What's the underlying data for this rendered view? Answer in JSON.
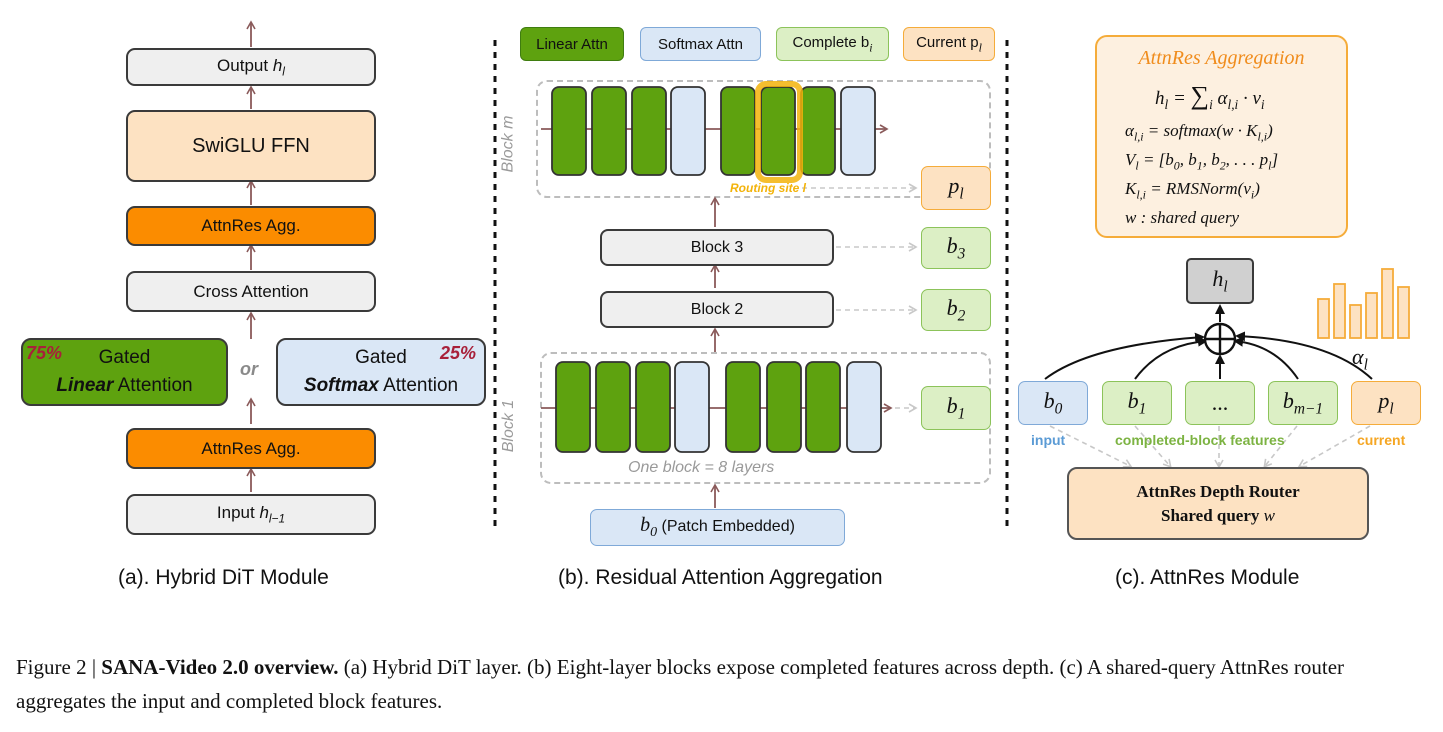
{
  "panel_a": {
    "output": "Output h_l",
    "output_sub": "l",
    "ffn": "SwiGLU FFN",
    "agg_top": "AttnRes Agg.",
    "cross": "Cross Attention",
    "linear_pct": "75%",
    "linear_line1": "Gated",
    "linear_line2_em": "Linear",
    "linear_line2_rest": " Attention",
    "or": "or",
    "softmax_pct": "25%",
    "softmax_line1": "Gated",
    "softmax_line2_em": "Softmax",
    "softmax_line2_rest": " Attention",
    "agg_bottom": "AttnRes Agg.",
    "input": "Input h_{l−1}",
    "input_sub": "l−1",
    "caption": "(a). Hybrid DiT Module"
  },
  "panel_b": {
    "legend": {
      "linear": "Linear Attn",
      "softmax": "Softmax Attn",
      "complete": "Complete b",
      "complete_sub": "i",
      "current": "Current p",
      "current_sub": "l"
    },
    "block_m_label": "Block m",
    "block_1_label": "Block 1",
    "routing_site": "Routing site l",
    "block3": "Block 3",
    "block2": "Block 2",
    "one_block": "One block = 8 layers",
    "patch": " (Patch Embedded)",
    "feat_p": "p",
    "feat_p_sub": "l",
    "feat_b3": "b",
    "feat_b3_sub": "3",
    "feat_b2": "b",
    "feat_b2_sub": "2",
    "feat_b1": "b",
    "feat_b1_sub": "1",
    "patch_b": "b",
    "patch_b_sub": "0",
    "caption": "(b). Residual Attention Aggregation"
  },
  "panel_c": {
    "agg_title": "AttnRes Aggregation",
    "eq1": "h_l = Σ_i α_{l,i} · v_i",
    "eq2": "α_{l,i} = softmax(w · K_{l,i})",
    "eq3": "V_l = [b_0, b_1, b_2, ... p_l]",
    "eq4": "K_{l,i} = RMSNorm(v_i)",
    "eq5": "w : shared query",
    "hl": "h",
    "hl_sub": "l",
    "alpha": "α",
    "alpha_sub": "l",
    "inputs": [
      {
        "main": "b",
        "sub": "0"
      },
      {
        "main": "b",
        "sub": "1"
      },
      {
        "main": "...",
        "sub": ""
      },
      {
        "main": "b",
        "sub": "m−1"
      },
      {
        "main": "p",
        "sub": "l"
      }
    ],
    "label_input": "input",
    "label_completed": "completed-block features",
    "label_current": "current",
    "router_line1": "AttnRes Depth Router",
    "router_line2": "Shared query w",
    "caption": "(c). AttnRes Module",
    "bar_heights": [
      0.52,
      0.72,
      0.44,
      0.6,
      0.92,
      0.68
    ]
  },
  "caption": {
    "prefix": "Figure 2 | ",
    "bold": "SANA-Video 2.0 overview.",
    "rest": " (a) Hybrid DiT layer. (b) Eight-layer blocks expose completed features across depth. (c) A shared-query AttnRes router aggregates the input and completed block features."
  },
  "colors": {
    "dark_green": "#5ea20f",
    "light_green": "#dcefc5",
    "light_blue": "#dae7f6",
    "orange": "#fb8c00",
    "peach": "#fde2c2",
    "arrow": "#8a5a5a",
    "routing_yellow": "#f3b30a"
  }
}
